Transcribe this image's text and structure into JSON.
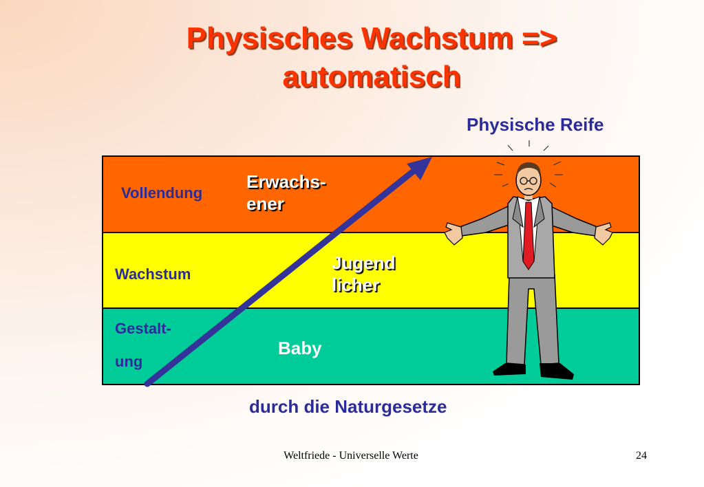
{
  "slide": {
    "title_line1": "Physisches Wachstum =>",
    "title_line2": "automatisch",
    "top_label": "Physische Reife",
    "bottom_label": "durch die Naturgesetze"
  },
  "bands": [
    {
      "label": "Vollendung",
      "stage_line1": "Erwachs-",
      "stage_line2": "ener",
      "color": "#ff6600"
    },
    {
      "label": "Wachstum",
      "stage_line1": "Jugend",
      "stage_line2": "licher",
      "color": "#ffff00"
    },
    {
      "label_line1": "Gestalt-",
      "label_line2": "ung",
      "stage_line1": "Baby",
      "color": "#00cc99"
    }
  ],
  "colors": {
    "title": "#ff3300",
    "label": "#2b2b9a",
    "arrow": "#333399"
  },
  "icons": [
    "growth-arrow",
    "man-figure-icon"
  ],
  "footer": {
    "text": "Weltfriede - Universelle Werte",
    "page": "24"
  }
}
